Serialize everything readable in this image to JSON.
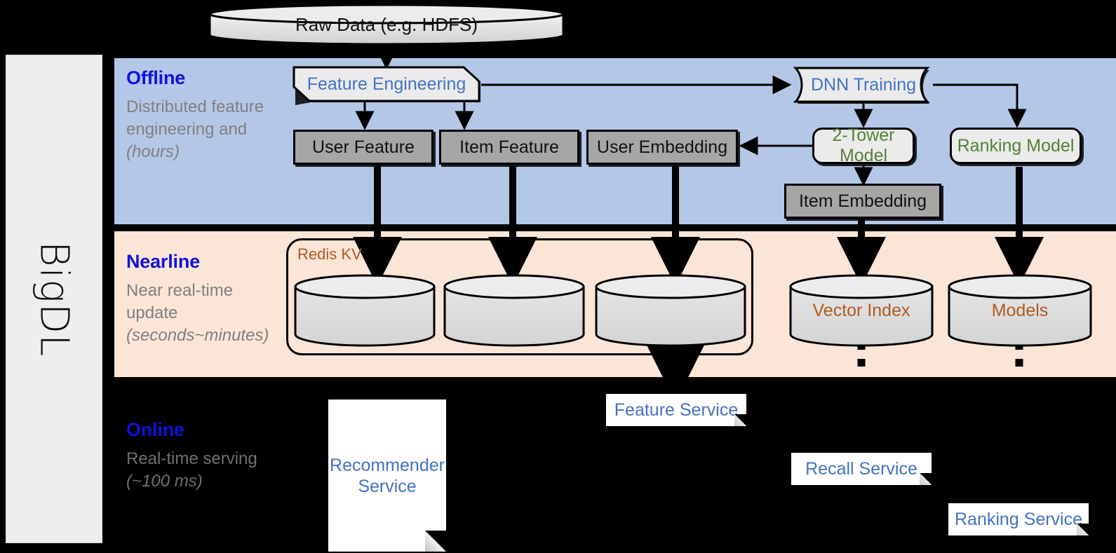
{
  "framework": {
    "name": "BigDL"
  },
  "source": {
    "raw_data_label": "Raw Data (e.g. HDFS)"
  },
  "bands": [
    {
      "id": "offline",
      "title": "Offline",
      "subtitle": "Distributed feature engineering and ",
      "subtitle_em": "(hours)",
      "bg_color": "#b4c7e7"
    },
    {
      "id": "nearline",
      "title": "Nearline",
      "subtitle": "Near real-time update ",
      "subtitle_em": "(seconds~minutes)",
      "bg_color": "#fbe5d6"
    },
    {
      "id": "online",
      "title": "Online",
      "subtitle": "Real-time serving ",
      "subtitle_em": "(~100 ms)",
      "bg_color": "#000000"
    }
  ],
  "offline": {
    "feature_engineering": "Feature Engineering",
    "dnn_training": "DNN Training",
    "user_feature": "User Feature",
    "item_feature": "Item Feature",
    "user_embedding": "User Embedding",
    "two_tower_model": "2-Tower Model",
    "ranking_model": "Ranking Model",
    "item_embedding": "Item Embedding"
  },
  "nearline": {
    "redis_kv": "Redis KV",
    "store_1": "",
    "store_2": "",
    "store_3": "",
    "vector_index": "Vector Index",
    "models": "Models"
  },
  "online": {
    "recommender_service": "Recommender Service",
    "feature_service": "Feature Service",
    "recall_service": "Recall Service",
    "ranking_service": "Ranking Service"
  },
  "colors": {
    "band_offline": "#b4c7e7",
    "band_nearline": "#fbe5d6",
    "band_online": "#000000",
    "title_blue": "#1111dd",
    "label_blue": "#4472c4",
    "label_green": "#548235",
    "label_brown": "#b05a20",
    "data_box_grey": "#a6a6a6",
    "process_box": "#ebebeb",
    "rail_grey": "#eeeeee"
  }
}
